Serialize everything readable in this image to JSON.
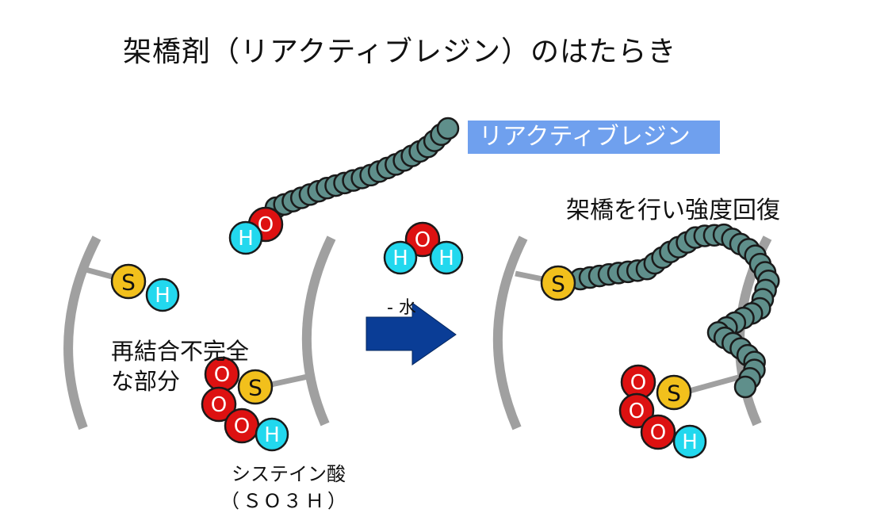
{
  "title": "架橋剤（リアクティブレジン）のはたらき",
  "resin_label": "リアクティブレジン",
  "crosslink_label": "架橋を行い強度回復",
  "incomplete_label_line1": "再結合不完全",
  "incomplete_label_line2": "な部分",
  "water_loss_label": "- 水",
  "cysteic_label_line1": "システイン酸",
  "cysteic_label_line2": "（ＳO３Ｈ）",
  "atoms": {
    "O": "O",
    "H": "H",
    "S": "S"
  },
  "colors": {
    "fiber": "#a0a0a0",
    "chain": "#5f8f8b",
    "oxygen": "#dd1111",
    "hydrogen": "#22d8ee",
    "sulfur": "#f2c01c",
    "arrow": "#0a3d96",
    "label_box": "#6fa0ee"
  }
}
